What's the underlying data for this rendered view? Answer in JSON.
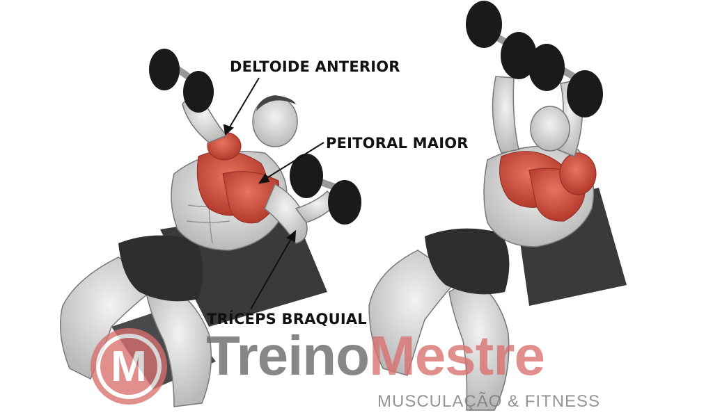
{
  "labels": {
    "deltoid": "DELTOIDE ANTERIOR",
    "pectoral": "PEITORAL MAIOR",
    "triceps": "TRÍCEPS BRAQUIAL"
  },
  "watermark": {
    "brand_part1": "Treino",
    "brand_part2": "Mestre",
    "tagline": "MUSCULAÇÃO & FITNESS",
    "logo_letter": "M",
    "colors": {
      "gray": "#666666",
      "red": "#d9706e"
    }
  },
  "colors": {
    "muscle_highlight": "#cc4a3a",
    "body": "#d8d8d8",
    "dumbbell": "#1a1a1a",
    "shorts": "#2e2e2e"
  }
}
